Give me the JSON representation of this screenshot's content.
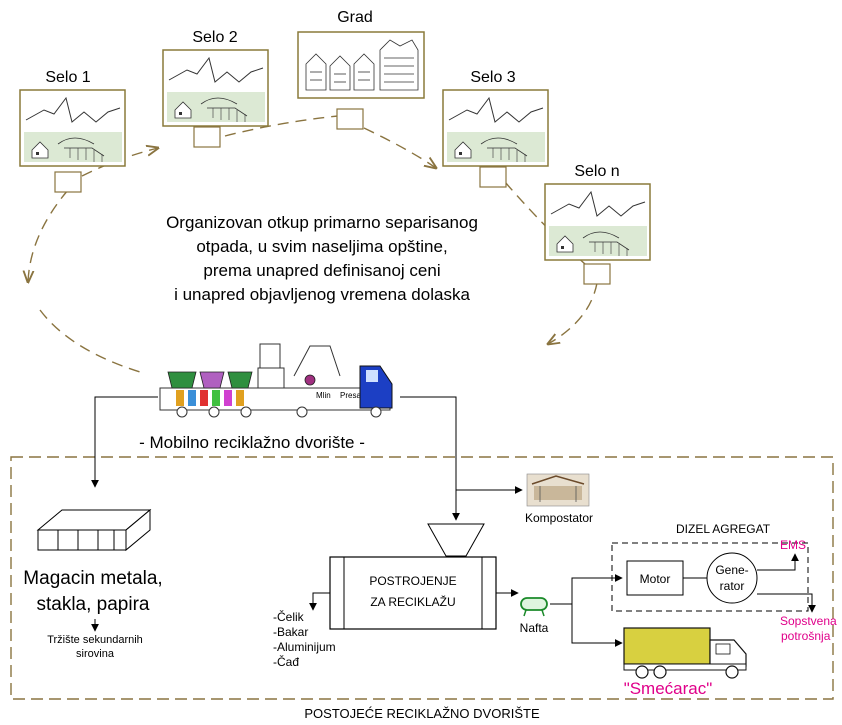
{
  "villages": {
    "selo1": "Selo 1",
    "selo2": "Selo 2",
    "grad": "Grad",
    "selo3": "Selo 3",
    "selon": "Selo n"
  },
  "center_text": [
    "Organizovan otkup primarno separisanog",
    "otpada, u svim naseljima opštine,",
    "prema unapred definisanoj ceni",
    "i unapred objavljenog vremena dolaska"
  ],
  "truck": {
    "label": "- Mobilno reciklažno dvorište -",
    "mlin": "Mlin",
    "presa": "Presa"
  },
  "warehouse": {
    "line1": "Magacin metala,",
    "line2": "stakla, papira",
    "market_line1": "Tržište sekundarnih",
    "market_line2": "sirovina"
  },
  "kompostator": "Kompostator",
  "plant": {
    "line1": "POSTROJENJE",
    "line2": "ZA RECIKLAŽU"
  },
  "products": [
    "-Čelik",
    "-Bakar",
    "-Aluminijum",
    "-Čađ"
  ],
  "nafta": "Nafta",
  "dizel": {
    "title": "DIZEL AGREGAT",
    "motor": "Motor",
    "gen1": "Gene-",
    "gen2": "rator"
  },
  "outputs": {
    "ems": "EMS",
    "own1": "Sopstvena",
    "own2": "potrošnja"
  },
  "smecarac": "\"Smećarac\"",
  "footer": "POSTOJEĆE RECIKLAŽNO DVORIŠTE",
  "colors": {
    "magenta": "#e0008a",
    "panel_green": "#dce9d4",
    "panel_border": "#8a7a3a",
    "dashed": "#8a7440",
    "truck_blue": "#1c3fc4",
    "smecarac_yellow": "#d8d040"
  }
}
